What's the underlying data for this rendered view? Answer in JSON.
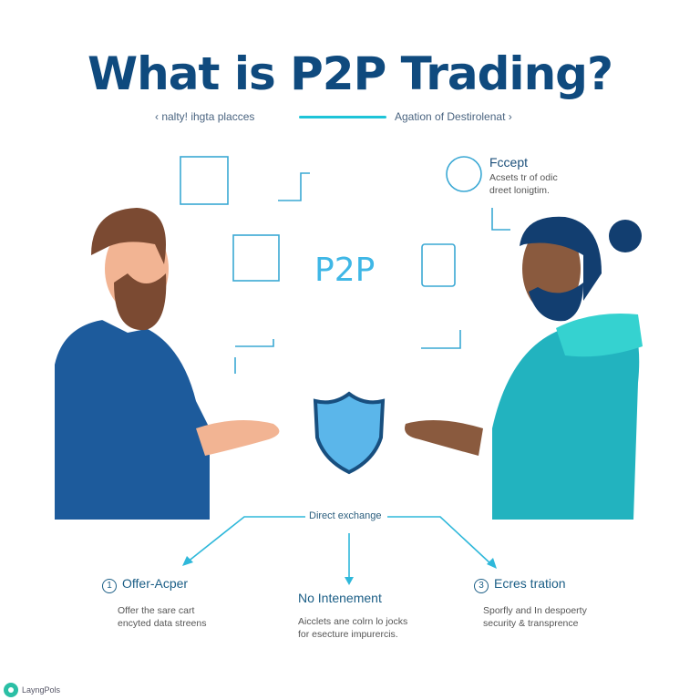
{
  "title": "What is P2P Trading?",
  "subtitle": {
    "left": "‹ nalty! ihgta placces",
    "right": "Agation of Destirolenat ›"
  },
  "center_label": "P2P",
  "accept": {
    "title": "Fccept",
    "desc_line1": "Acsets tr of odic",
    "desc_line2": "dreet lonigtim."
  },
  "flow": {
    "label": "Direct exchange"
  },
  "features": [
    {
      "number": "1",
      "title": "Offer-Acper",
      "line1": "Offer the sare cart",
      "line2": "encyted data streens"
    },
    {
      "title": "No Intenement",
      "line1": "Aicclets ane colrn lo jocks",
      "line2": "for esecture impurercis."
    },
    {
      "number": "3",
      "title": "Ecres tration",
      "line1": "Sporfly and In despoerty",
      "line2": "security & transprence"
    }
  ],
  "logo": "LayngPols",
  "colors": {
    "title": "#0f4a7e",
    "accent": "#1ec4d8",
    "suit": "#1d5b9c",
    "hoodie": "#22b3bf"
  }
}
